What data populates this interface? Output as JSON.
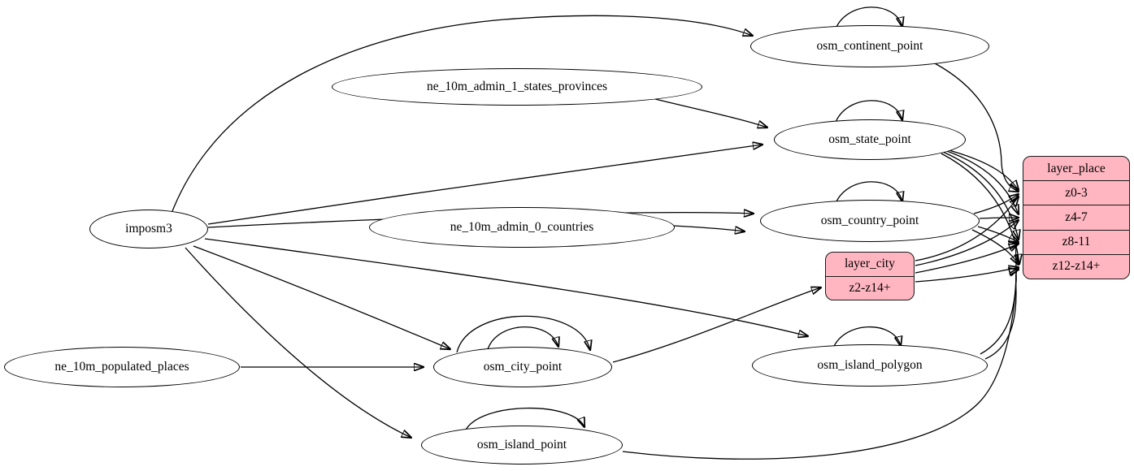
{
  "diagram": {
    "type": "graphviz-etl-graph",
    "colors": {
      "background": "#ffffff",
      "node_fill": "#ffffff",
      "record_fill": "#ffb6c1",
      "stroke": "#000000"
    },
    "nodes": {
      "imposm3": {
        "label": "imposm3"
      },
      "ne_10m_admin_1_states_provinces": {
        "label": "ne_10m_admin_1_states_provinces"
      },
      "ne_10m_admin_0_countries": {
        "label": "ne_10m_admin_0_countries"
      },
      "ne_10m_populated_places": {
        "label": "ne_10m_populated_places"
      },
      "osm_continent_point": {
        "label": "osm_continent_point"
      },
      "osm_state_point": {
        "label": "osm_state_point"
      },
      "osm_country_point": {
        "label": "osm_country_point"
      },
      "osm_city_point": {
        "label": "osm_city_point"
      },
      "osm_island_polygon": {
        "label": "osm_island_polygon"
      },
      "osm_island_point": {
        "label": "osm_island_point"
      }
    },
    "records": {
      "layer_city": {
        "title": "layer_city",
        "rows": {
          "z2": "z2-z14+"
        }
      },
      "layer_place": {
        "title": "layer_place",
        "rows": {
          "z0": "z0-3",
          "z4": "z4-7",
          "z8": "z8-11",
          "z12": "z12-z14+"
        }
      }
    },
    "edges": [
      {
        "from": "imposm3",
        "to": "osm_continent_point"
      },
      {
        "from": "imposm3",
        "to": "osm_state_point"
      },
      {
        "from": "imposm3",
        "to": "osm_country_point"
      },
      {
        "from": "imposm3",
        "to": "osm_city_point"
      },
      {
        "from": "imposm3",
        "to": "osm_island_polygon"
      },
      {
        "from": "imposm3",
        "to": "osm_island_point"
      },
      {
        "from": "ne_10m_admin_1_states_provinces",
        "to": "osm_state_point"
      },
      {
        "from": "ne_10m_admin_0_countries",
        "to": "osm_country_point"
      },
      {
        "from": "ne_10m_populated_places",
        "to": "osm_city_point"
      },
      {
        "from": "osm_continent_point",
        "to": "osm_continent_point"
      },
      {
        "from": "osm_state_point",
        "to": "osm_state_point"
      },
      {
        "from": "osm_country_point",
        "to": "osm_country_point"
      },
      {
        "from": "osm_city_point",
        "to": "osm_city_point"
      },
      {
        "from": "osm_city_point",
        "to": "osm_city_point"
      },
      {
        "from": "osm_island_polygon",
        "to": "osm_island_polygon"
      },
      {
        "from": "osm_island_point",
        "to": "osm_island_point"
      },
      {
        "from": "osm_continent_point",
        "to": "layer_place:z0-3"
      },
      {
        "from": "osm_state_point",
        "to": "layer_place:z0-3"
      },
      {
        "from": "osm_state_point",
        "to": "layer_place:z4-7"
      },
      {
        "from": "osm_state_point",
        "to": "layer_place:z8-11"
      },
      {
        "from": "osm_state_point",
        "to": "layer_place:z12-z14+"
      },
      {
        "from": "osm_country_point",
        "to": "layer_place:z0-3"
      },
      {
        "from": "osm_country_point",
        "to": "layer_place:z4-7"
      },
      {
        "from": "osm_country_point",
        "to": "layer_place:z8-11"
      },
      {
        "from": "osm_country_point",
        "to": "layer_place:z12-z14+"
      },
      {
        "from": "osm_city_point",
        "to": "layer_city:z2-z14+"
      },
      {
        "from": "layer_city",
        "to": "layer_place:z0-3"
      },
      {
        "from": "layer_city",
        "to": "layer_place:z4-7"
      },
      {
        "from": "layer_city",
        "to": "layer_place:z8-11"
      },
      {
        "from": "layer_city",
        "to": "layer_place:z12-z14+"
      },
      {
        "from": "osm_island_polygon",
        "to": "layer_place:z8-11"
      },
      {
        "from": "osm_island_polygon",
        "to": "layer_place:z12-z14+"
      },
      {
        "from": "osm_island_point",
        "to": "layer_place:z12-z14+"
      }
    ]
  }
}
